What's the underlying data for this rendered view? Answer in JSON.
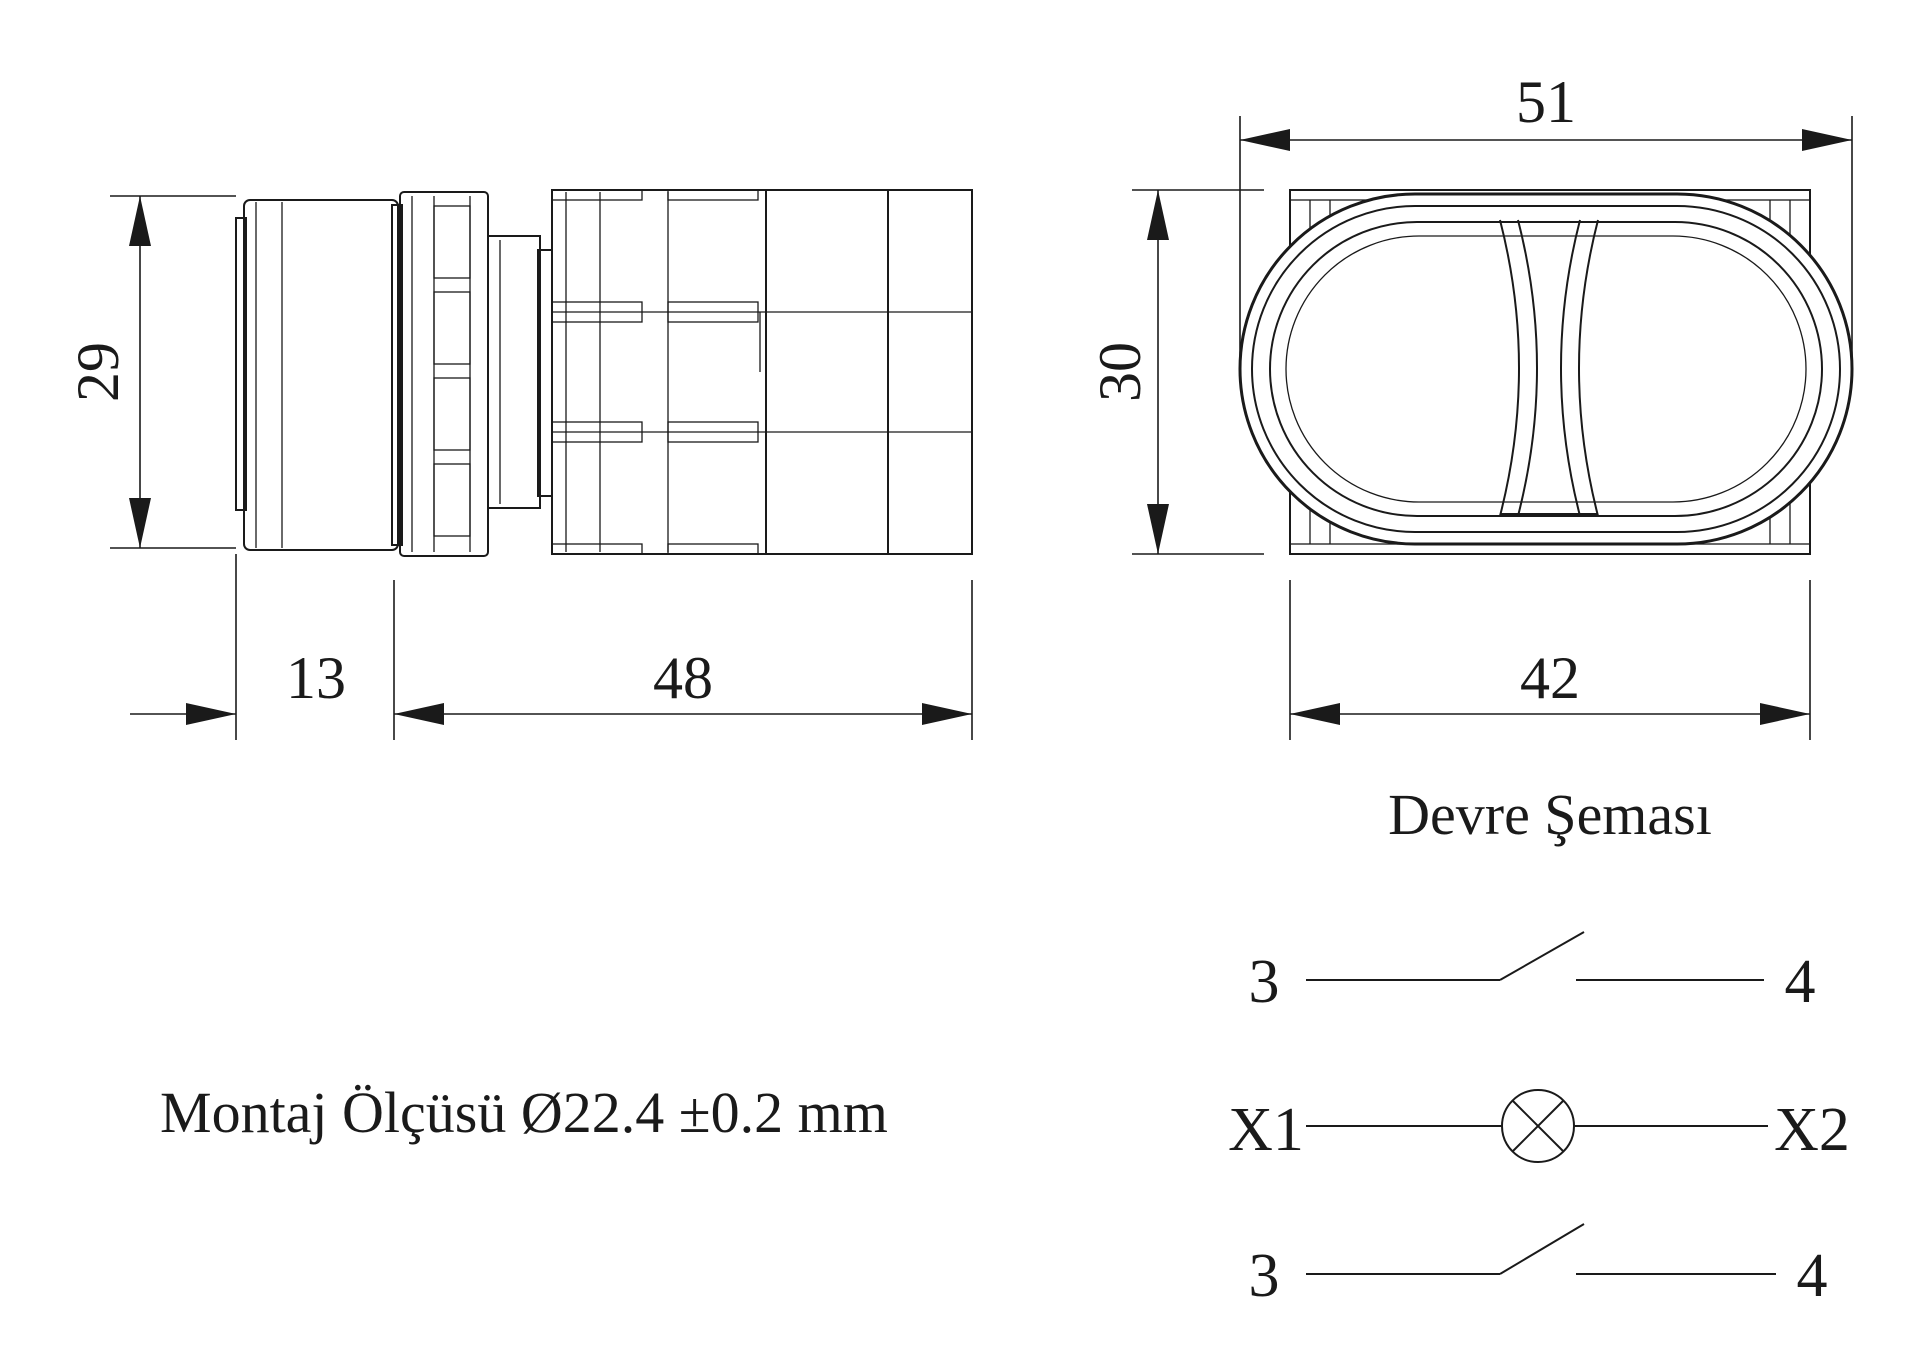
{
  "side_view": {
    "height_dim": "29",
    "front_depth_dim": "13",
    "body_length_dim": "48"
  },
  "front_view": {
    "overall_width_dim": "51",
    "height_dim": "30",
    "base_width_dim": "42"
  },
  "mounting_note": "Montaj Ölçüsü Ø22.4 ±0.2 mm",
  "circuit": {
    "title": "Devre Şeması",
    "contact_top": {
      "left_terminal": "3",
      "right_terminal": "4"
    },
    "lamp": {
      "left_terminal": "X1",
      "right_terminal": "X2"
    },
    "contact_bottom": {
      "left_terminal": "3",
      "right_terminal": "4"
    }
  }
}
